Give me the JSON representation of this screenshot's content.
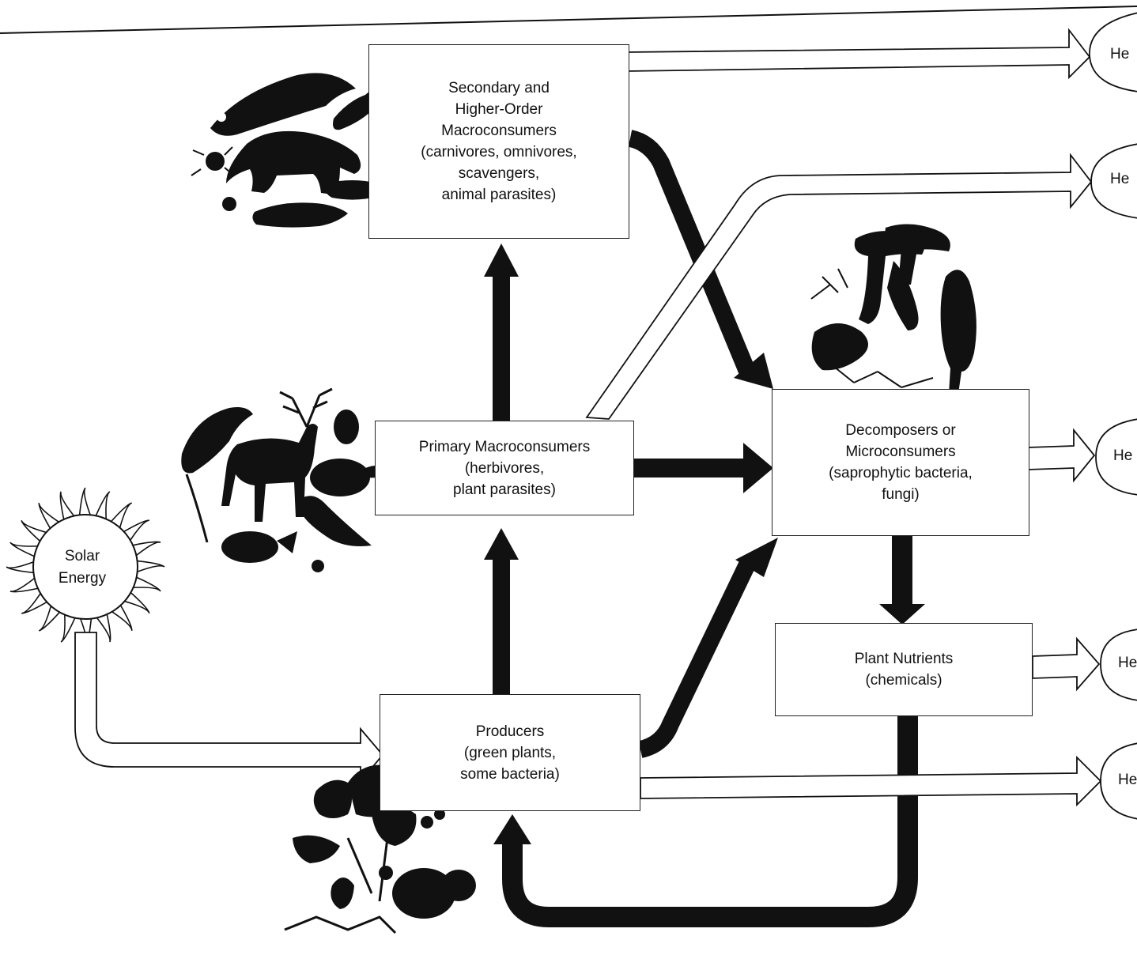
{
  "solar": {
    "line1": "Solar",
    "line2": "Energy"
  },
  "boxes": {
    "secondary": {
      "lines": [
        "Secondary and",
        "Higher-Order",
        "Macroconsumers",
        "(carnivores, omnivores,",
        "scavengers,",
        "animal parasites)"
      ]
    },
    "primary": {
      "lines": [
        "Primary Macroconsumers",
        "(herbivores,",
        "plant parasites)"
      ]
    },
    "decomposers": {
      "lines": [
        "Decomposers or",
        "Microconsumers",
        "(saprophytic bacteria,",
        "fungi)"
      ]
    },
    "nutrients": {
      "lines": [
        "Plant Nutrients",
        "(chemicals)"
      ]
    },
    "producers": {
      "lines": [
        "Producers",
        "(green plants,",
        "some bacteria)"
      ]
    }
  },
  "heat_labels": [
    "He",
    "He",
    "He",
    "He",
    "He"
  ],
  "colors": {
    "ink": "#111111",
    "paper": "#ffffff"
  },
  "illustrations": [
    {
      "group": "animals-secondary",
      "icon": "predators-silhouette-icon"
    },
    {
      "group": "animals-primary",
      "icon": "herbivores-silhouette-icon"
    },
    {
      "group": "fungi",
      "icon": "fungi-silhouette-icon"
    },
    {
      "group": "plants",
      "icon": "plants-silhouette-icon"
    },
    {
      "group": "sun",
      "icon": "sun-icon"
    }
  ]
}
